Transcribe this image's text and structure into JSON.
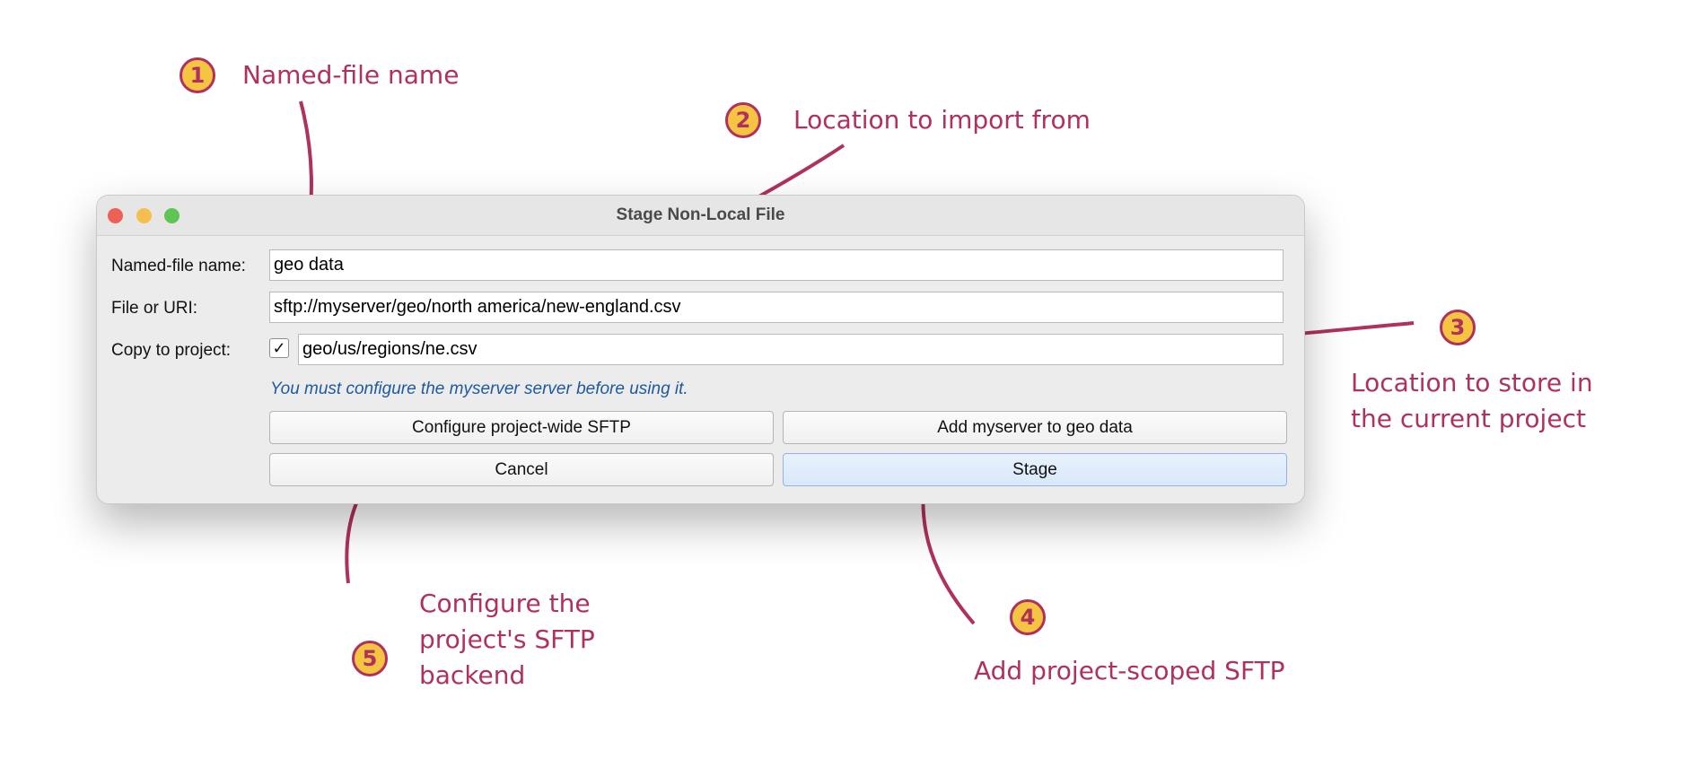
{
  "window": {
    "title": "Stage Non-Local File",
    "labels": {
      "named_file": "Named-file name:",
      "file_or_uri": "File or URI:",
      "copy_to_project": "Copy to project:"
    },
    "fields": {
      "named_file": "geo data",
      "file_or_uri": "sftp://myserver/geo/north america/new-england.csv",
      "copy_to_project": "geo/us/regions/ne.csv"
    },
    "copy_checkbox": "✓",
    "warning": "You must configure the myserver server before using it.",
    "buttons": {
      "configure": "Configure project-wide SFTP",
      "add_server": "Add myserver to geo data",
      "cancel": "Cancel",
      "stage": "Stage"
    }
  },
  "annotations": [
    {
      "number": "1",
      "text": "Named-file name"
    },
    {
      "number": "2",
      "text": "Location to import from"
    },
    {
      "number": "3",
      "text": "Location to store in\nthe current project"
    },
    {
      "number": "4",
      "text": "Add project-scoped SFTP"
    },
    {
      "number": "5",
      "text": "Configure the\nproject's SFTP\nbackend"
    }
  ],
  "colors": {
    "annotation": "#b0305e",
    "badge": "#f5c542",
    "warning_text": "#1e5aa0"
  }
}
